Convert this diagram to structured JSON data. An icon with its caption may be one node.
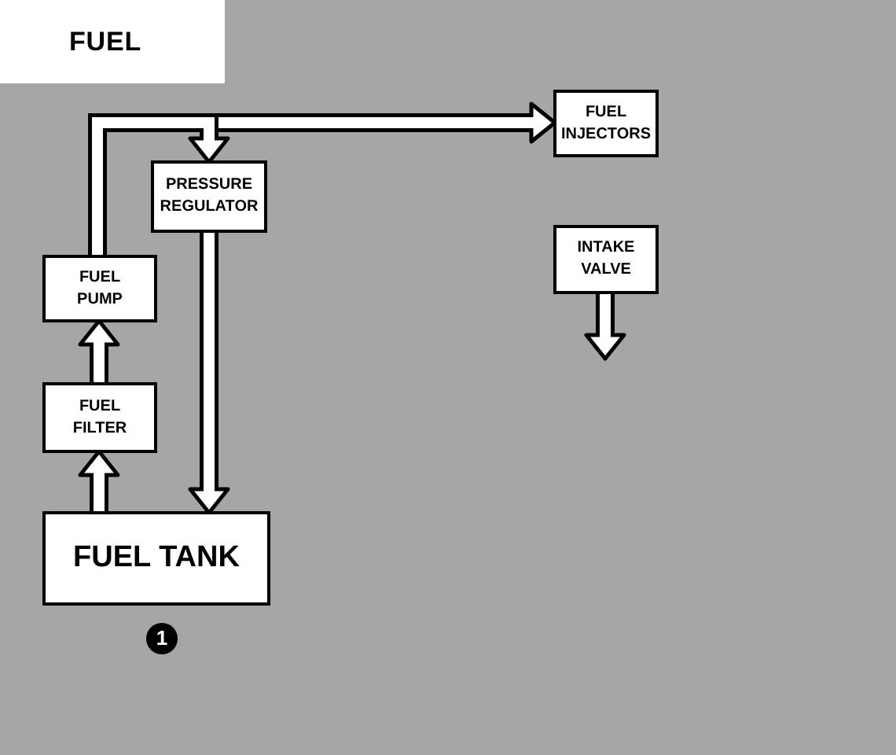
{
  "diagram": {
    "title": "FUEL",
    "nodes": [
      {
        "text": [
          "FUEL TANK"
        ],
        "beside": [
          "1"
        ]
      },
      {
        "text": [
          "FUEL FILTER"
        ]
      },
      {
        "text": [
          "FUEL PUMP"
        ]
      },
      {
        "text": [
          "PRESSURE REGULATOR"
        ]
      },
      {
        "text": [
          "FUEL INJECTORS"
        ]
      },
      {
        "text": [
          "INTAKE VALVE"
        ]
      }
    ],
    "edges": [
      {
        "from": 0,
        "to": 1,
        "arrow": "to"
      },
      {
        "from": 1,
        "to": 2,
        "arrow": "to"
      },
      {
        "from": 2,
        "to": 4,
        "arrow": "to"
      },
      {
        "from": 2,
        "to": 3,
        "arrow": "to"
      },
      {
        "from": 3,
        "to": 0,
        "arrow": "to"
      },
      {
        "from": 5,
        "to": null,
        "arrow": "to"
      }
    ]
  }
}
